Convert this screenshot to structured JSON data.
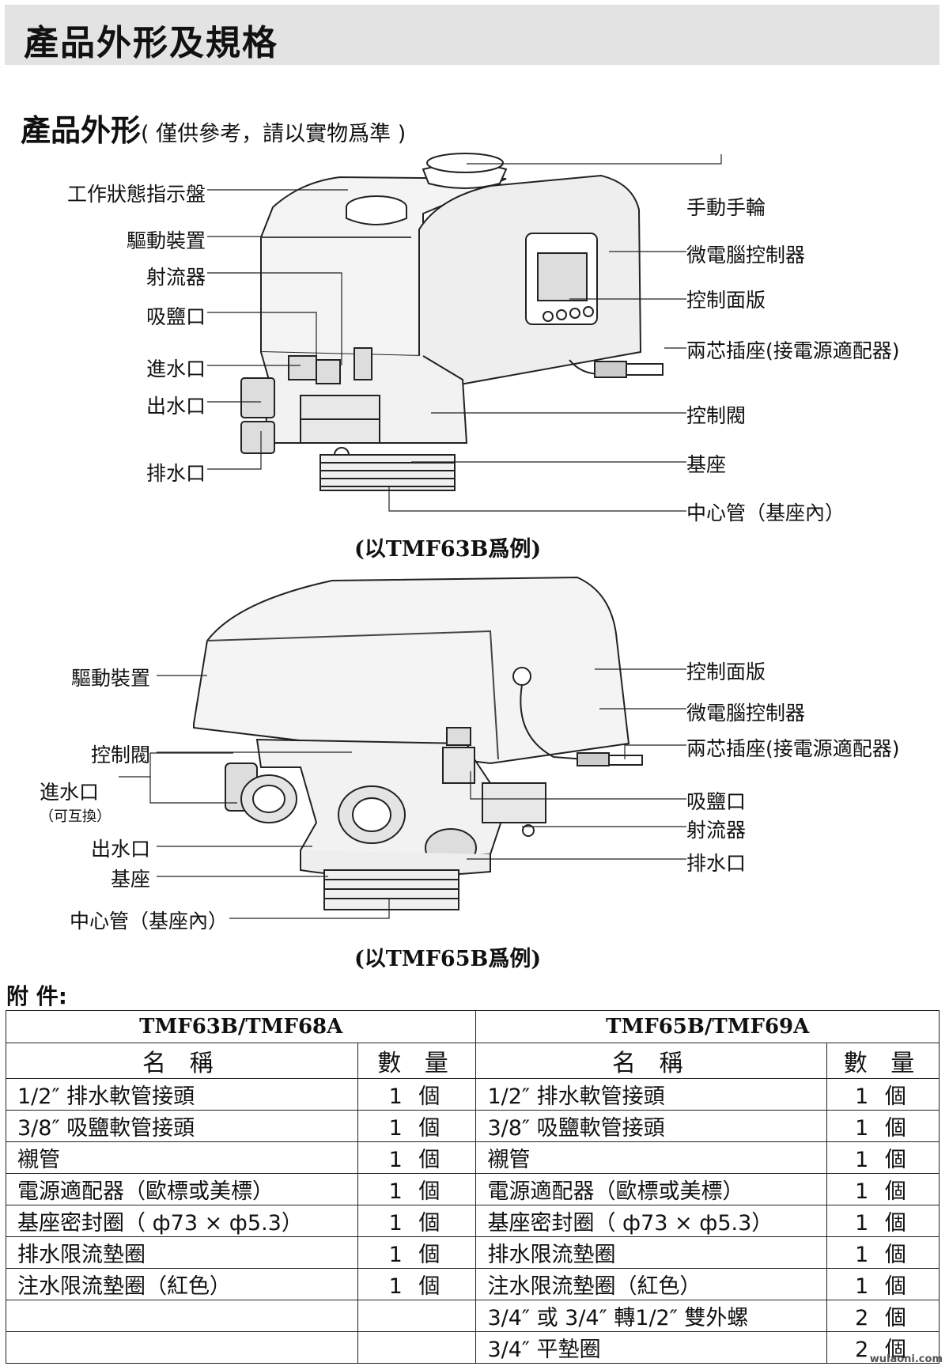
{
  "header": {
    "title": "產品外形及規格"
  },
  "section": {
    "title": "產品外形",
    "note": "( 僅供參考，請以實物爲準 )"
  },
  "diagram1": {
    "labels_left": [
      "工作狀態指示盤",
      "驅動裝置",
      "射流器",
      "吸鹽口",
      "進水口",
      "出水口",
      "排水口"
    ],
    "labels_right": [
      "手動手輪",
      "微電腦控制器",
      "控制面版",
      "兩芯插座(接電源適配器)",
      "控制閥",
      "基座",
      "中心管（基座內）"
    ],
    "caption": "(以TMF63B爲例)"
  },
  "diagram2": {
    "labels_left": [
      "驅動裝置",
      "控制閥",
      "進水口",
      "出水口",
      "基座",
      "中心管（基座內）"
    ],
    "inlet_note": "（可互換）",
    "labels_right": [
      "控制面版",
      "微電腦控制器",
      "兩芯插座(接電源適配器)",
      "吸鹽口",
      "射流器",
      "排水口"
    ],
    "caption": "(以TMF65B爲例)"
  },
  "accessories": {
    "title": "附 件:",
    "models": [
      "TMF63B/TMF68A",
      "TMF65B/TMF69A"
    ],
    "col_name": "名 稱",
    "col_qty": "數 量",
    "rows": [
      {
        "left_name": "1/2″ 排水軟管接頭",
        "left_qty": "1 個",
        "right_name": "1/2″ 排水軟管接頭",
        "right_qty": "1 個"
      },
      {
        "left_name": "3/8″ 吸鹽軟管接頭",
        "left_qty": "1 個",
        "right_name": "3/8″ 吸鹽軟管接頭",
        "right_qty": "1 個"
      },
      {
        "left_name": "襯管",
        "left_qty": "1 個",
        "right_name": "襯管",
        "right_qty": "1 個"
      },
      {
        "left_name": "電源適配器（歐標或美標）",
        "left_qty": "1 個",
        "right_name": "電源適配器（歐標或美標）",
        "right_qty": "1 個"
      },
      {
        "left_name": "基座密封圈（ ф73 × ф5.3）",
        "left_qty": "1 個",
        "right_name": "基座密封圈（ ф73 × ф5.3）",
        "right_qty": "1 個"
      },
      {
        "left_name": "排水限流墊圈",
        "left_qty": "1 個",
        "right_name": "排水限流墊圈",
        "right_qty": "1 個"
      },
      {
        "left_name": "注水限流墊圈（紅色）",
        "left_qty": "1 個",
        "right_name": "注水限流墊圈（紅色）",
        "right_qty": "1 個"
      },
      {
        "left_name": "",
        "left_qty": "",
        "right_name": "3/4″ 或 3/4″ 轉1/2″ 雙外螺",
        "right_qty": "2 個"
      },
      {
        "left_name": "",
        "left_qty": "",
        "right_name": "3/4″ 平墊圈",
        "right_qty": "2 個"
      }
    ]
  },
  "watermark": "wulaoni.com"
}
